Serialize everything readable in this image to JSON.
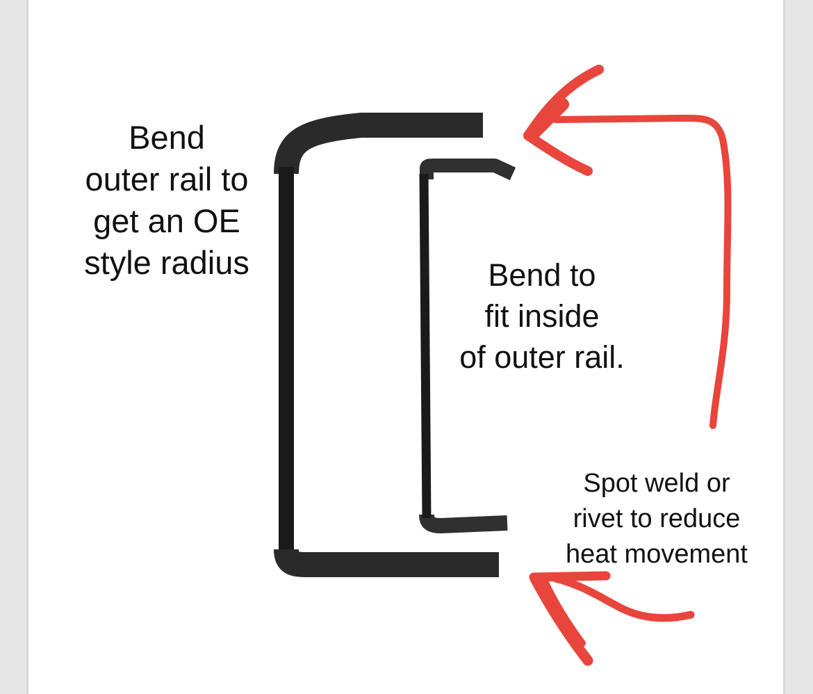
{
  "labels": {
    "outer_rail": [
      "Bend",
      "outer rail to",
      "get an OE",
      "style radius"
    ],
    "inner_rail": [
      "Bend to",
      "fit inside",
      "of outer rail."
    ],
    "spot_weld": [
      "Spot weld or",
      "rivet to reduce",
      "heat movement"
    ]
  },
  "colors": {
    "rail": "#1a1a1a",
    "arrow": "#e8453c",
    "panel": "#ffffff",
    "frame": "#d6d6d6"
  },
  "icons": {
    "outer_rail": "bracket-outer-rail",
    "inner_rail": "bracket-inner-rail",
    "top_arrow": "curved-arrow-top",
    "bottom_arrow": "curved-arrow-bottom"
  }
}
